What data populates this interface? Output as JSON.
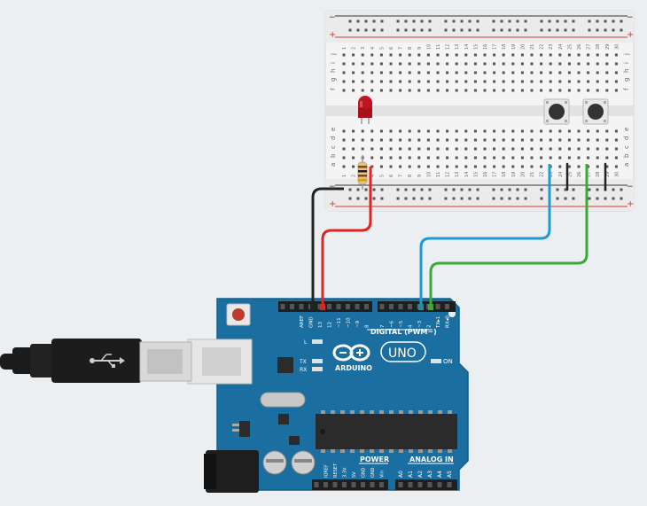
{
  "canvas": {
    "background": "#eceff1"
  },
  "breadboard": {
    "column_numbers": [
      "1",
      "2",
      "3",
      "4",
      "5",
      "6",
      "7",
      "8",
      "9",
      "10",
      "11",
      "12",
      "13",
      "14",
      "15",
      "16",
      "17",
      "18",
      "19",
      "20",
      "21",
      "22",
      "23",
      "24",
      "25",
      "26",
      "27",
      "28",
      "29",
      "30"
    ],
    "row_letters_top": [
      "j",
      "i",
      "h",
      "g",
      "f"
    ],
    "row_letters_bottom": [
      "e",
      "d",
      "c",
      "b",
      "a"
    ],
    "rail_plus": "+",
    "rail_minus": "−"
  },
  "arduino": {
    "logo_text": "ARDUINO",
    "model_text": "UNO",
    "digital_label": "DIGITAL (PWM~)",
    "header_labels": [
      "AREF",
      "GND",
      "13",
      "12",
      "~11",
      "~10",
      "~9",
      "8",
      "7",
      "~6",
      "~5",
      "4",
      "~3",
      "2",
      "TX▸1",
      "RX◂0"
    ],
    "on_label": "ON",
    "l_label": "L",
    "tx_label": "TX",
    "rx_label": "RX",
    "power_label": "POWER",
    "power_pins": [
      "IOREF",
      "RESET",
      "3.3V",
      "5V",
      "GND",
      "GND",
      "Vin"
    ],
    "analog_label": "ANALOG IN",
    "analog_pins": [
      "A0",
      "A1",
      "A2",
      "A3",
      "A4",
      "A5"
    ]
  },
  "wires": {
    "colors": {
      "black": "#222222",
      "red": "#e02424",
      "blue": "#1e9bd7",
      "green": "#3aaa35",
      "teal": "#1f8fa0"
    }
  },
  "components": {
    "led_color": "#b3121a",
    "pushbutton_count": 2,
    "resistor_bands": [
      "#8b4513",
      "#222222",
      "#8b4513",
      "#d4a017"
    ]
  },
  "colors": {
    "board_blue": "#1a6ea0",
    "board_edge": "#155f8a",
    "breadboard": "#f2f2f2",
    "rail_red": "#d23b3b",
    "rail_black": "#333333"
  }
}
